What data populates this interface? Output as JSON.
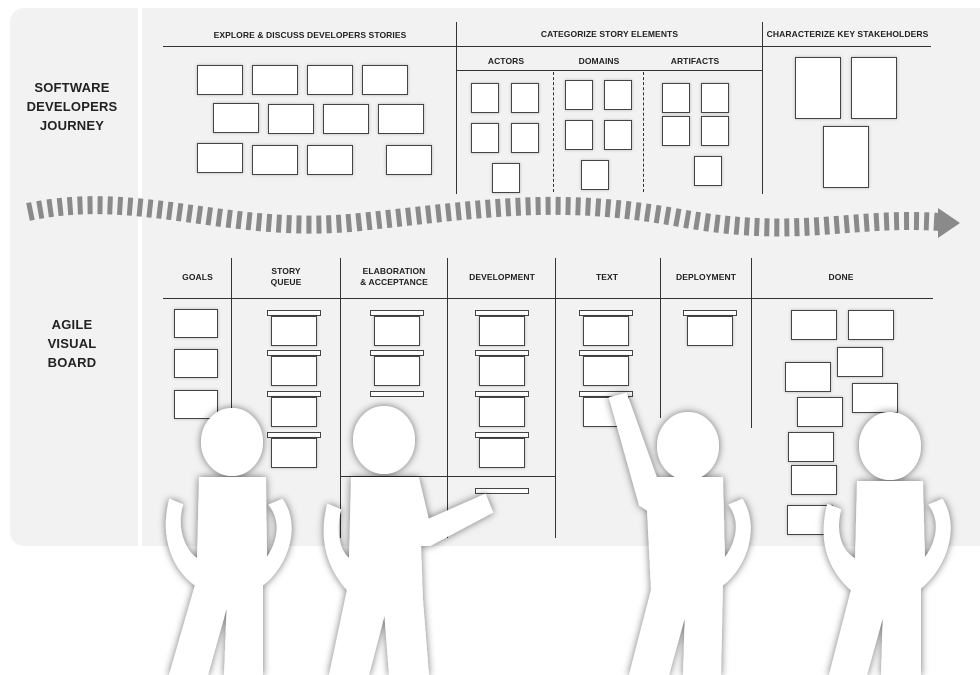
{
  "journey": {
    "label_lines": [
      "SOFTWARE",
      "DEVELOPERS",
      "JOURNEY"
    ],
    "explore": "EXPLORE & DISCUSS DEVELOPERS STORIES",
    "categorize": "CATEGORIZE STORY ELEMENTS",
    "actors": "ACTORS",
    "domains": "DOMAINS",
    "artifacts": "ARTIFACTS",
    "stakeholders": "CHARACTERIZE KEY STAKEHOLDERS"
  },
  "board": {
    "label_lines": [
      "AGILE",
      "VISUAL",
      "BOARD"
    ],
    "columns": [
      {
        "lines": [
          "GOALS"
        ]
      },
      {
        "lines": [
          "STORY",
          "QUEUE"
        ]
      },
      {
        "lines": [
          "ELABORATION",
          "& ACCEPTANCE"
        ]
      },
      {
        "lines": [
          "DEVELOPMENT"
        ]
      },
      {
        "lines": [
          "TEXT"
        ]
      },
      {
        "lines": [
          "DEPLOYMENT"
        ]
      },
      {
        "lines": [
          "DONE"
        ]
      }
    ]
  },
  "figures": {
    "count": 4
  },
  "colors": {
    "wall": "#f2f2f2",
    "arrow": "#8a8a8a",
    "ink": "#222222"
  }
}
